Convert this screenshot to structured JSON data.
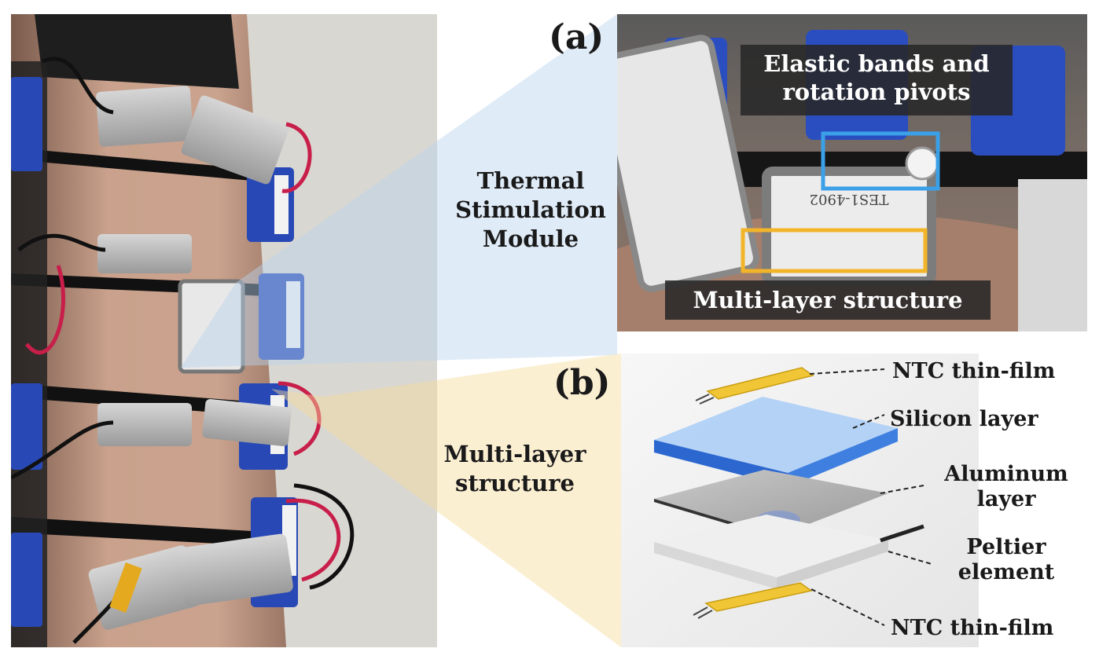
{
  "panel_a": {
    "label": "(a)",
    "center_label_line1": "Thermal",
    "center_label_line2": "Stimulation",
    "center_label_line3": "Module",
    "tag_top_line1": "Elastic bands and",
    "tag_top_line2": "rotation pivots",
    "tag_bottom": "Multi-layer structure",
    "module_text": "TES1-4902"
  },
  "panel_b": {
    "label": "(b)",
    "center_label_line1": "Multi-layer",
    "center_label_line2": "structure",
    "parts": {
      "ntc_top": "NTC thin-film",
      "silicon": "Silicon layer",
      "aluminum_line1": "Aluminum",
      "aluminum_line2": "layer",
      "peltier_line1": "Peltier",
      "peltier_line2": "element",
      "ntc_bottom": "NTC thin-film"
    }
  },
  "colors": {
    "callout_blue": "#3aa0e8",
    "callout_yellow": "#f2b52a",
    "silicon_blue": "#3f7fe0",
    "ntc_yellow": "#f0c636"
  }
}
